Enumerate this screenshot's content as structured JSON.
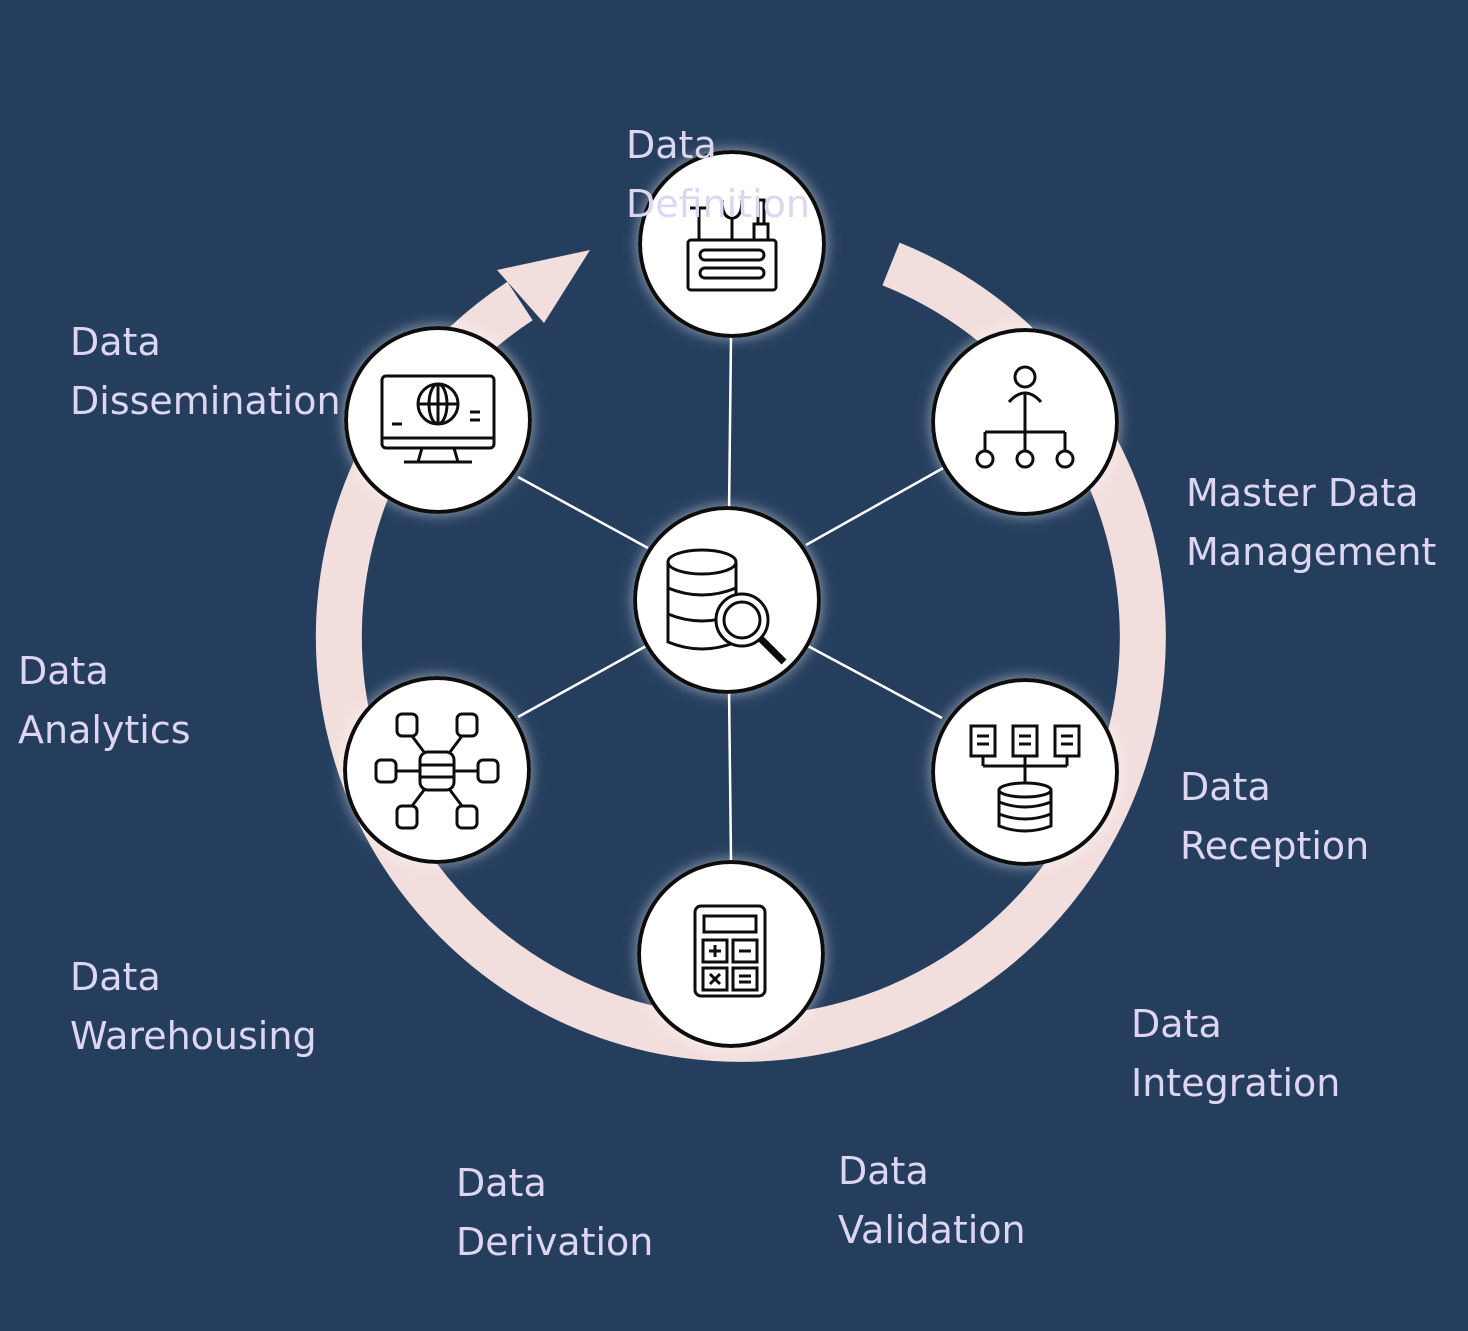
{
  "colors": {
    "background": "#253e5e",
    "cycle_ring": "#f2dfdd",
    "node_fill": "#ffffff",
    "node_stroke": "#111111",
    "connector": "#ffffff",
    "label_text": "#ded6f0"
  },
  "hub": {
    "icon": "database-search-icon"
  },
  "stages": [
    {
      "line1": "Data",
      "line2": "Definition",
      "icon": "toolbox-icon"
    },
    {
      "line1": "Master Data",
      "line2": "Management",
      "icon": "org-hierarchy-icon"
    },
    {
      "line1": "Data",
      "line2": "Reception",
      "icon": "documents-to-database-icon"
    },
    {
      "line1": "Data",
      "line2": "Integration",
      "icon": ""
    },
    {
      "line1": "Data",
      "line2": "Validation",
      "icon": ""
    },
    {
      "line1": "Data",
      "line2": "Derivation",
      "icon": "calculator-icon"
    },
    {
      "line1": "Data",
      "line2": "Warehousing",
      "icon": "database-network-icon"
    },
    {
      "line1": "Data",
      "line2": "Analytics",
      "icon": ""
    },
    {
      "line1": "Data",
      "line2": "Dissemination",
      "icon": "web-monitor-icon"
    }
  ]
}
